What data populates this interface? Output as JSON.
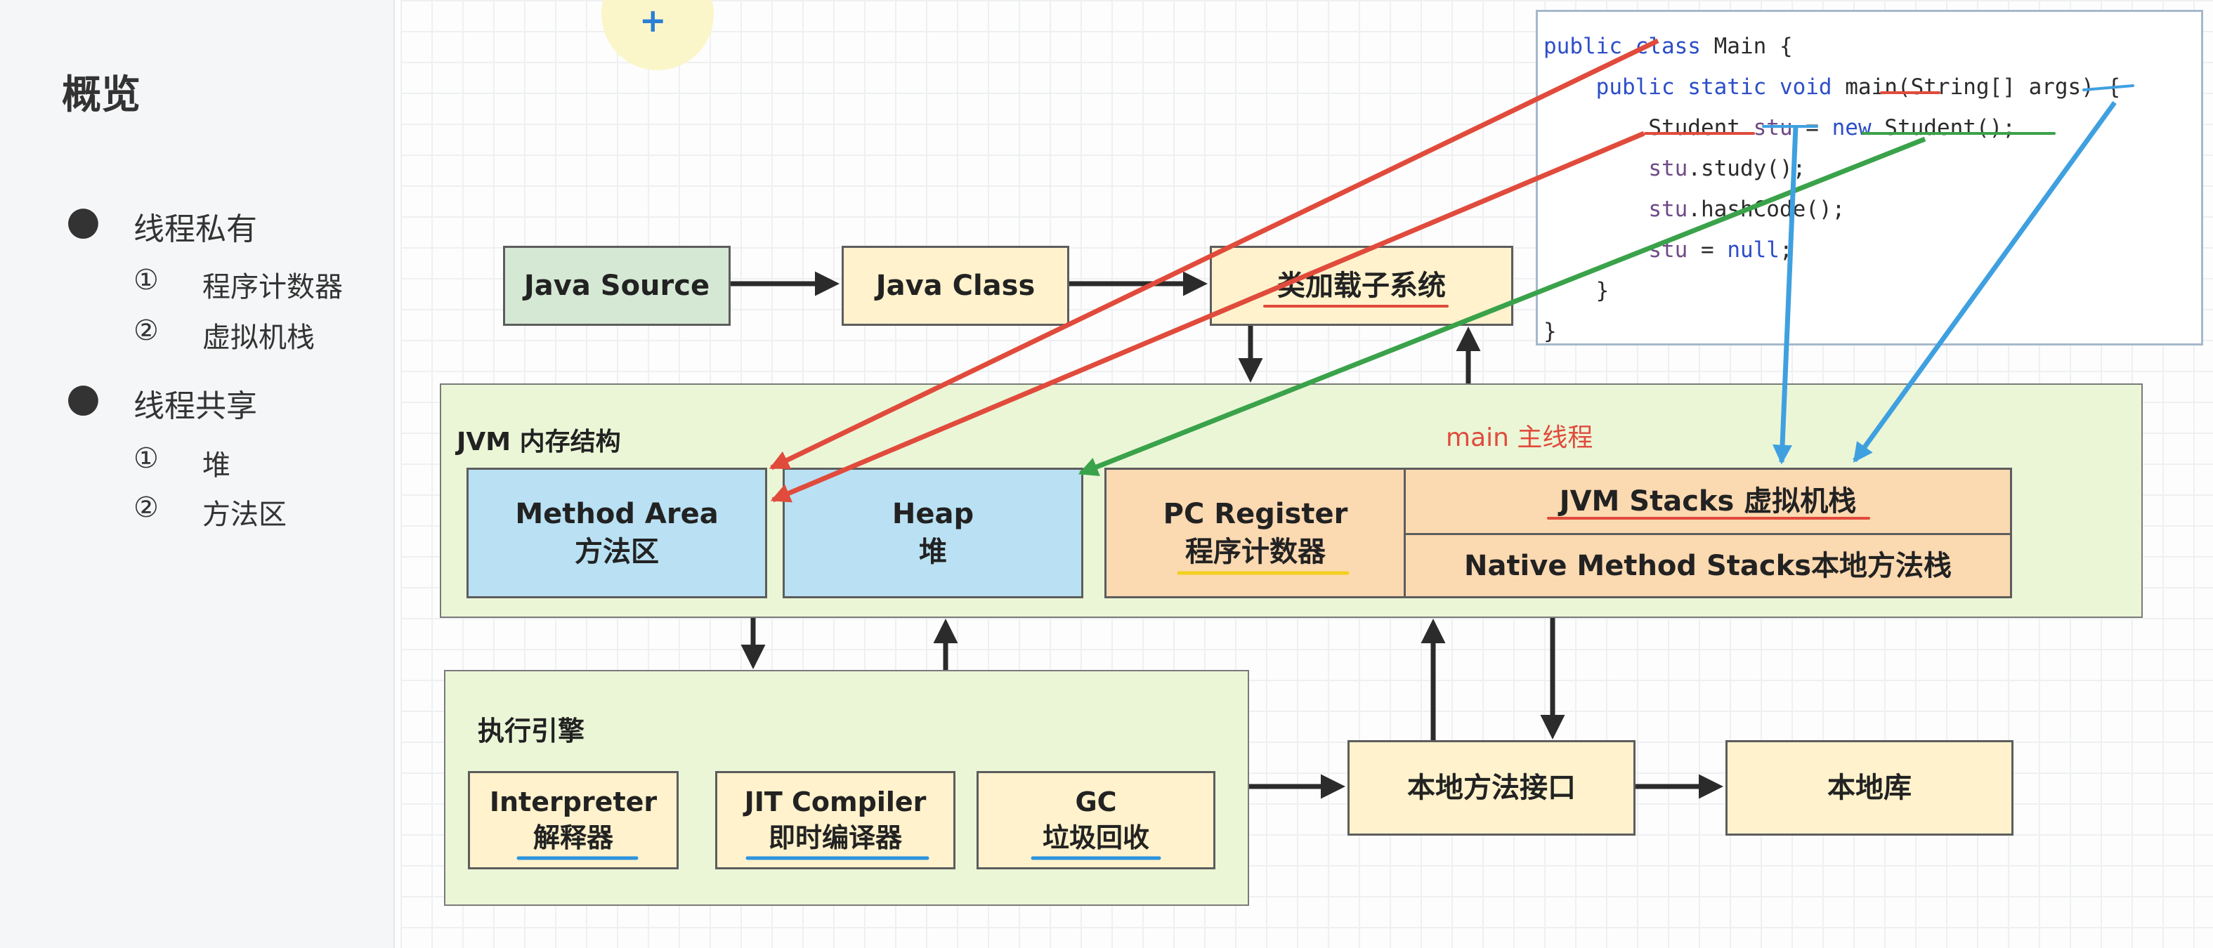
{
  "sidebar": {
    "title": "概览",
    "sections": [
      {
        "label": "线程私有",
        "items": [
          {
            "num": "①",
            "label": "程序计数器"
          },
          {
            "num": "②",
            "label": "虚拟机栈"
          }
        ]
      },
      {
        "label": "线程共享",
        "items": [
          {
            "num": "①",
            "label": "堆"
          },
          {
            "num": "②",
            "label": "方法区"
          }
        ]
      }
    ]
  },
  "diagram": {
    "java_source": "Java Source",
    "java_class": "Java Class",
    "class_loader": "类加载子系统",
    "jvm_memory_title": "JVM 内存结构",
    "main_thread": "main 主线程",
    "method_area_en": "Method Area",
    "method_area_zh": "方法区",
    "heap_en": "Heap",
    "heap_zh": "堆",
    "pc_register_en": "PC Register",
    "pc_register_zh": "程序计数器",
    "jvm_stacks": "JVM Stacks 虚拟机栈",
    "native_stacks": "Native Method Stacks本地方法栈",
    "exec_engine_title": "执行引擎",
    "interpreter_en": "Interpreter",
    "interpreter_zh": "解释器",
    "jit_en": "JIT Compiler",
    "jit_zh": "即时编译器",
    "gc_en": "GC",
    "gc_zh": "垃圾回收",
    "native_interface": "本地方法接口",
    "native_library": "本地库"
  },
  "code": {
    "line1": "public class Main {",
    "line2": "    public static void main(String[] args) {",
    "line3": "        Student stu = new Student();",
    "line4": "        stu.study();",
    "line5": "        stu.hashCode();",
    "line6": "        stu = null;",
    "line7": "    }",
    "line8": "}"
  },
  "colors": {
    "arrow_red": "#e04b3c",
    "arrow_green": "#3aa24a",
    "arrow_blue": "#3fa0e0",
    "underline_yellow": "#f2cf1f",
    "underline_blue": "#2d93de"
  }
}
